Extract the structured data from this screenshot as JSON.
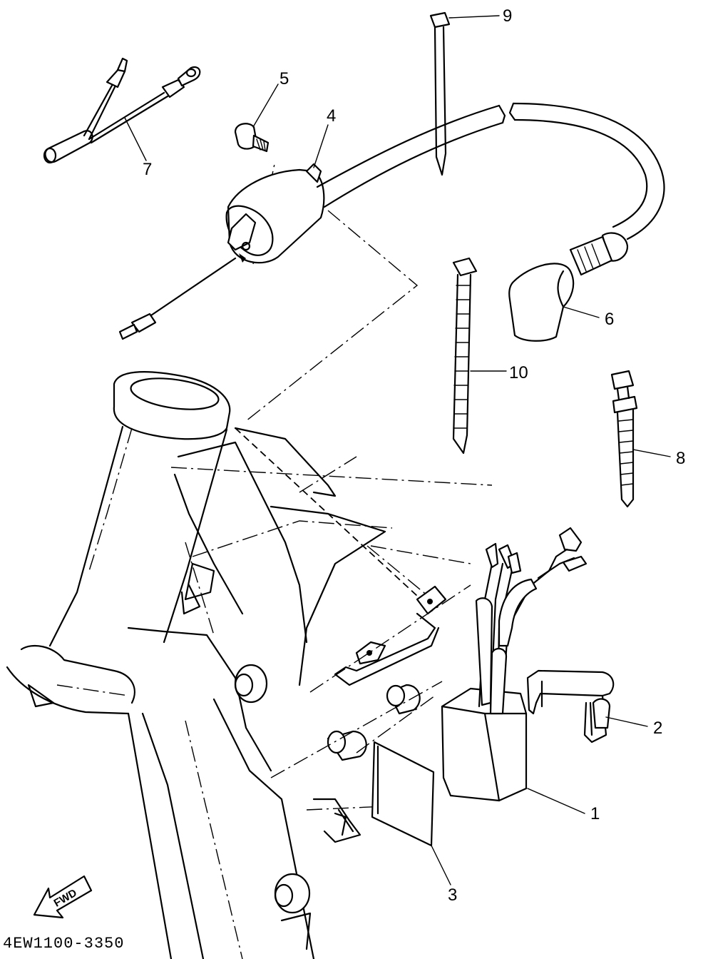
{
  "diagram": {
    "part_code": "4EW1100-3350",
    "fwd_label": "FWD",
    "callouts": [
      {
        "id": "1",
        "text": "1"
      },
      {
        "id": "2",
        "text": "2"
      },
      {
        "id": "3",
        "text": "3"
      },
      {
        "id": "4",
        "text": "4"
      },
      {
        "id": "5",
        "text": "5"
      },
      {
        "id": "6",
        "text": "6"
      },
      {
        "id": "7",
        "text": "7"
      },
      {
        "id": "8",
        "text": "8"
      },
      {
        "id": "9",
        "text": "9"
      },
      {
        "id": "10",
        "text": "10"
      }
    ]
  }
}
